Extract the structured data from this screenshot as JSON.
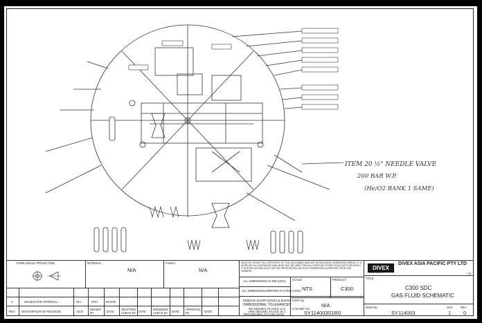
{
  "annotation": {
    "line1": "ITEM 20  ½\" NEEDLE VALVE",
    "line2": "200 BAR W.P.",
    "line3": "(He/O2 BANK 1 SAME)"
  },
  "title_block": {
    "projection_label": "THIRD ANGLE PROJECTION",
    "material_label": "MATERIAL",
    "material_value": "N/A",
    "finish_label": "FINISH",
    "finish_value": "N/A",
    "copyright_note": "DIVEX BY DIVINE THE COPYRIGHT OF THIS DOCUMENT AND ANY DESIGN RIGHT EMBODIED HEREIN. IT IS SUPPLIED IN CONFIDENCE AND MUST NOT BE USED FOR ANY PURPOSE OTHER THAN THAT FOR WHICH IT IS SUPPLIED AND MUST NOT BE REPRODUCED WITHOUT PERMISSION IN WRITING FROM THE OWNERS.",
    "dims_note": "ALL DIMENSIONS IN MM (UOS)",
    "plating_note": "ALL DIMENSIONS BEFORE PLATING (UOS)",
    "edges_note": "REMOVE SHARP EDGES & BURRS",
    "tolerances_label": "DIMENSIONAL TOLERANCES",
    "tol_1": "NO DECIMAL PLACES ±1.0",
    "tol_2": "ONE DECIMAL PLACE ±0.2",
    "tol_3": "TWO DECIMAL PLACES ±0.05",
    "scale_label": "SCALE",
    "scale_value": "NTS",
    "product_label": "PRODUCT",
    "product_value": "C300",
    "part_no_label": "PART No.",
    "part_no_value": "N/A",
    "cad_ref_label": "CAD REF No.",
    "cad_ref_value": "SY114003S1R0",
    "company_logo": "DIVEX",
    "company_sub": "ASIA PACIFIC",
    "company_name": "DIVEX ASIA PACIFIC PTY LTD",
    "sheet_size": "A3",
    "title_label": "TITLE",
    "title_1": "C300 SDC",
    "title_2": "GAS FLUID SCHEMATIC",
    "dwg_no_label": "DWG No.",
    "dwg_no_value": "SY114003",
    "sht_label": "SHT",
    "sht_value": "1",
    "rev_label": "REV",
    "rev_value": "0",
    "revision_row": {
      "rev": "0",
      "description": "ISSUED FOR APPROVAL",
      "ecn": "N/A",
      "drawn": "KRC",
      "date": "8/12/05"
    },
    "headers": [
      "REV",
      "DESCRIPTION OF REVISION",
      "ECN",
      "DRAWN BY",
      "DATE",
      "DRAFTING CHECK BY",
      "DATE",
      "ENGINEER CHECK BY",
      "DATE",
      "APPROVAL BY",
      "DATE"
    ]
  }
}
